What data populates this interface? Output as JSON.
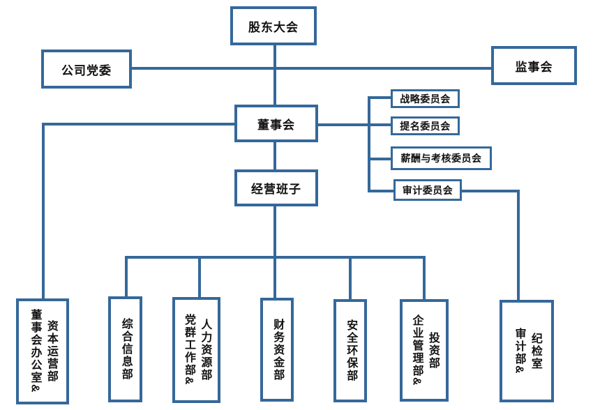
{
  "diagram": {
    "type": "org-chart",
    "nodes": {
      "shareholders": {
        "label": "股东大会"
      },
      "party_committee": {
        "label": "公司党委"
      },
      "supervisory_board": {
        "label": "监事会"
      },
      "board": {
        "label": "董事会"
      },
      "management_team": {
        "label": "经营班子"
      },
      "committees": [
        {
          "id": "strategy",
          "label": "战略委员会"
        },
        {
          "id": "nomination",
          "label": "提名委员会"
        },
        {
          "id": "remuneration_assessment",
          "label": "薪酬与考核委员会"
        },
        {
          "id": "audit_committee",
          "label": "审计委员会"
        }
      ],
      "departments": [
        {
          "id": "board-office-capital-operations",
          "label": "董事会办公室&资本运营部",
          "columns": [
            "董事会办公室&",
            "资本运营部"
          ]
        },
        {
          "id": "general-information",
          "label": "综合信息部",
          "columns": [
            "综合信息部"
          ]
        },
        {
          "id": "party-mass-work-hr",
          "label": "党群工作部&人力资源部",
          "columns": [
            "党群工作部&",
            "人力资源部"
          ]
        },
        {
          "id": "finance-treasury",
          "label": "财务资金部",
          "columns": [
            "财务资金部"
          ]
        },
        {
          "id": "safety-environment",
          "label": "安全环保部",
          "columns": [
            "安全环保部"
          ]
        },
        {
          "id": "enterprise-management-investment",
          "label": "企业管理部&投资部",
          "columns": [
            "企业管理部&",
            "投资部"
          ]
        },
        {
          "id": "audit-discipline-inspection",
          "label": "审计部&纪检室",
          "columns": [
            "审计部&",
            "纪检室"
          ]
        }
      ]
    },
    "edges": [
      "股东大会-董事会",
      "股东大会-公司党委",
      "股东大会-监事会",
      "董事会-经营班子",
      "董事会-战略委员会",
      "董事会-提名委员会",
      "董事会-薪酬与考核委员会",
      "董事会-审计委员会",
      "董事会-董事会办公室&资本运营部",
      "经营班子-综合信息部",
      "经营班子-党群工作部&人力资源部",
      "经营班子-财务资金部",
      "经营班子-安全环保部",
      "经营班子-企业管理部&投资部",
      "审计委员会-审计部&纪检室"
    ],
    "colors": {
      "line": "#35689a",
      "box_border": "#35689a",
      "text": "#111111",
      "background": "#ffffff"
    }
  }
}
